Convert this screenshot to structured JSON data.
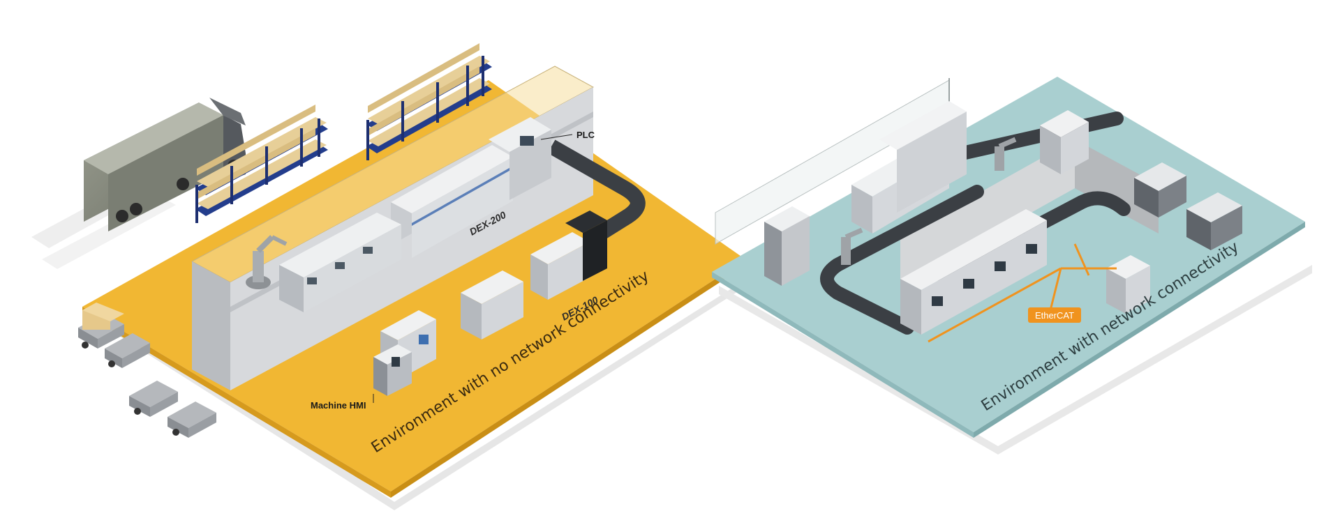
{
  "colors": {
    "left_floor": "#f1b733",
    "left_floor_edge": "#d69a1d",
    "right_floor": "#a9cfd0",
    "right_floor_edge": "#8fb9bb",
    "ethercat_accent": "#f0931e",
    "machine_body": "#e4e6e8",
    "machine_dark": "#4a4f55",
    "conveyor": "#3b3f44",
    "rack_blue": "#233d8c",
    "box": "#e7cf98"
  },
  "left": {
    "floor_caption": "Environment with no network connectivity",
    "labels": {
      "plc": "PLC",
      "dex200": "DEX-200",
      "dex100": "DEX-100",
      "machine_hmi": "Machine HMI"
    }
  },
  "right": {
    "floor_caption": "Environment with network connectivity",
    "ethercat_badge": "EtherCAT"
  }
}
